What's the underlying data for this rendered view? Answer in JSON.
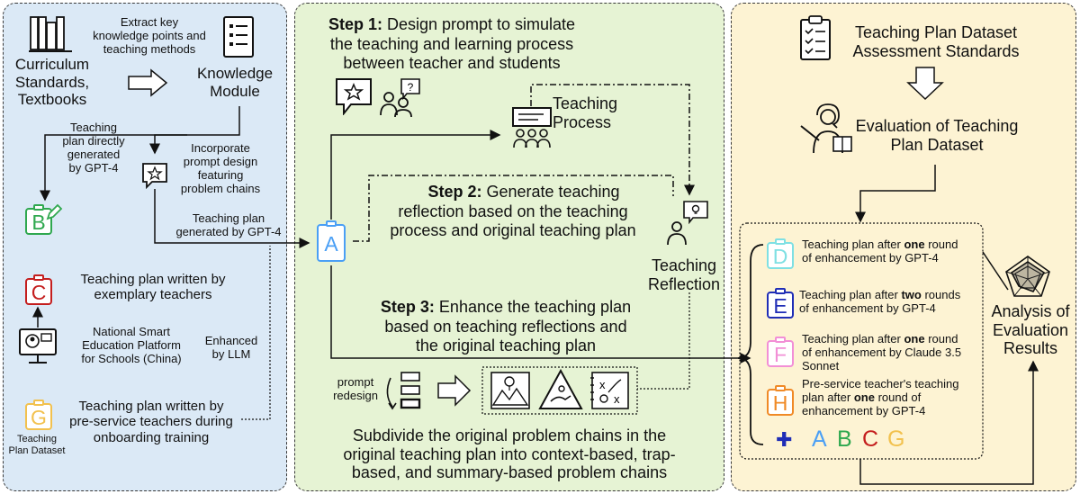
{
  "left": {
    "curriculum_label": "Curriculum\nStandards,\nTextbooks",
    "extract_label": "Extract key\nknowledge points and\nteaching methods",
    "knowledge_module_label": "Knowledge\nModule",
    "gpt4_direct_label": "Teaching\nplan directly\ngenerated\nby GPT-4",
    "incorporate_label": "Incorporate\nprompt design\nfeaturing\nproblem chains",
    "generated_label": "Teaching plan\ngenerated by GPT-4",
    "exemplary_label": "Teaching plan written by\nexemplary teachers",
    "platform_label": "National Smart\nEducation Platform\nfor Schools (China)",
    "enhanced_llm_label": "Enhanced\nby LLM",
    "preservice_label": "Teaching plan written by\npre-service teachers during\nonboarding training",
    "dataset_label": "Teaching\nPlan Dataset"
  },
  "middle": {
    "step1_title": "Step 1:",
    "step1_text": " Design prompt to simulate",
    "step1_text2": "the teaching and learning process\nbetween teacher and students",
    "teaching_process_label": "Teaching\nProcess",
    "step2_title": "Step 2:",
    "step2_text": " Generate teaching",
    "step2_text2": "reflection based on the teaching\nprocess and original teaching plan",
    "teaching_reflection_label": "Teaching\nReflection",
    "step3_title": "Step 3:",
    "step3_text": " Enhance the teaching plan",
    "step3_text2": "based on teaching reflections and\nthe original teaching plan",
    "prompt_redesign_label": "prompt\nredesign",
    "subdivide_text": "Subdivide the original problem chains in the\noriginal teaching plan into context-based, trap-\nbased, and summary-based problem chains"
  },
  "right": {
    "standards_label": "Teaching Plan Dataset\nAssessment Standards",
    "evaluation_label": "Evaluation of Teaching\nPlan Dataset",
    "plan_d_a": "Teaching plan after ",
    "plan_d_b": "one",
    "plan_d_c": " round\nof enhancement by GPT-4",
    "plan_e_a": "Teaching plan after ",
    "plan_e_b": "two",
    "plan_e_c": " rounds\nof enhancement by GPT-4",
    "plan_f_a": "Teaching plan after ",
    "plan_f_b": "one",
    "plan_f_c": " round\nof enhancement by Claude 3.5\nSonnet",
    "plan_h_a": "Pre-service teacher's teaching\nplan after ",
    "plan_h_b": "one",
    "plan_h_c": " round of\nenhancement by GPT-4",
    "analysis_label": "Analysis of\nEvaluation\nResults",
    "plus_sign": "✚"
  },
  "plan_letters": {
    "a": "A",
    "b": "B",
    "c": "C",
    "d": "D",
    "e": "E",
    "f": "F",
    "g": "G",
    "h": "H"
  },
  "colors": {
    "a": "#4a9ff5",
    "b": "#2fa84f",
    "c": "#c41e1e",
    "d": "#7fe0e3",
    "e": "#1f2db6",
    "f": "#f28fd6",
    "g": "#f2c14e",
    "h": "#f08a26"
  }
}
